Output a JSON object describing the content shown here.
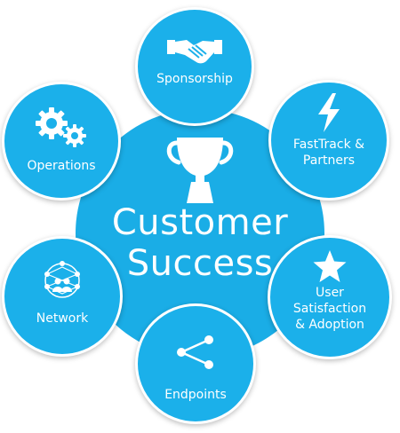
{
  "center": {
    "line1": "Customer",
    "line2": "Success",
    "icon": "trophy-icon"
  },
  "nodes": {
    "sponsorship": {
      "label": "Sponsorship",
      "icon": "handshake-icon"
    },
    "fasttrack": {
      "line1": "FastTrack &",
      "line2": "Partners",
      "icon": "lightning-icon"
    },
    "user_satisfaction": {
      "line1": "User",
      "line2": "Satisfaction",
      "line3": "& Adoption",
      "icon": "star-icon"
    },
    "endpoints": {
      "label": "Endpoints",
      "icon": "share-icon"
    },
    "network": {
      "label": "Network",
      "icon": "network-users-icon"
    },
    "operations": {
      "label": "Operations",
      "icon": "gears-icon"
    }
  },
  "colors": {
    "circle": "#1BB0EA",
    "text": "#FFFFFF",
    "background": "#FFFFFF"
  }
}
